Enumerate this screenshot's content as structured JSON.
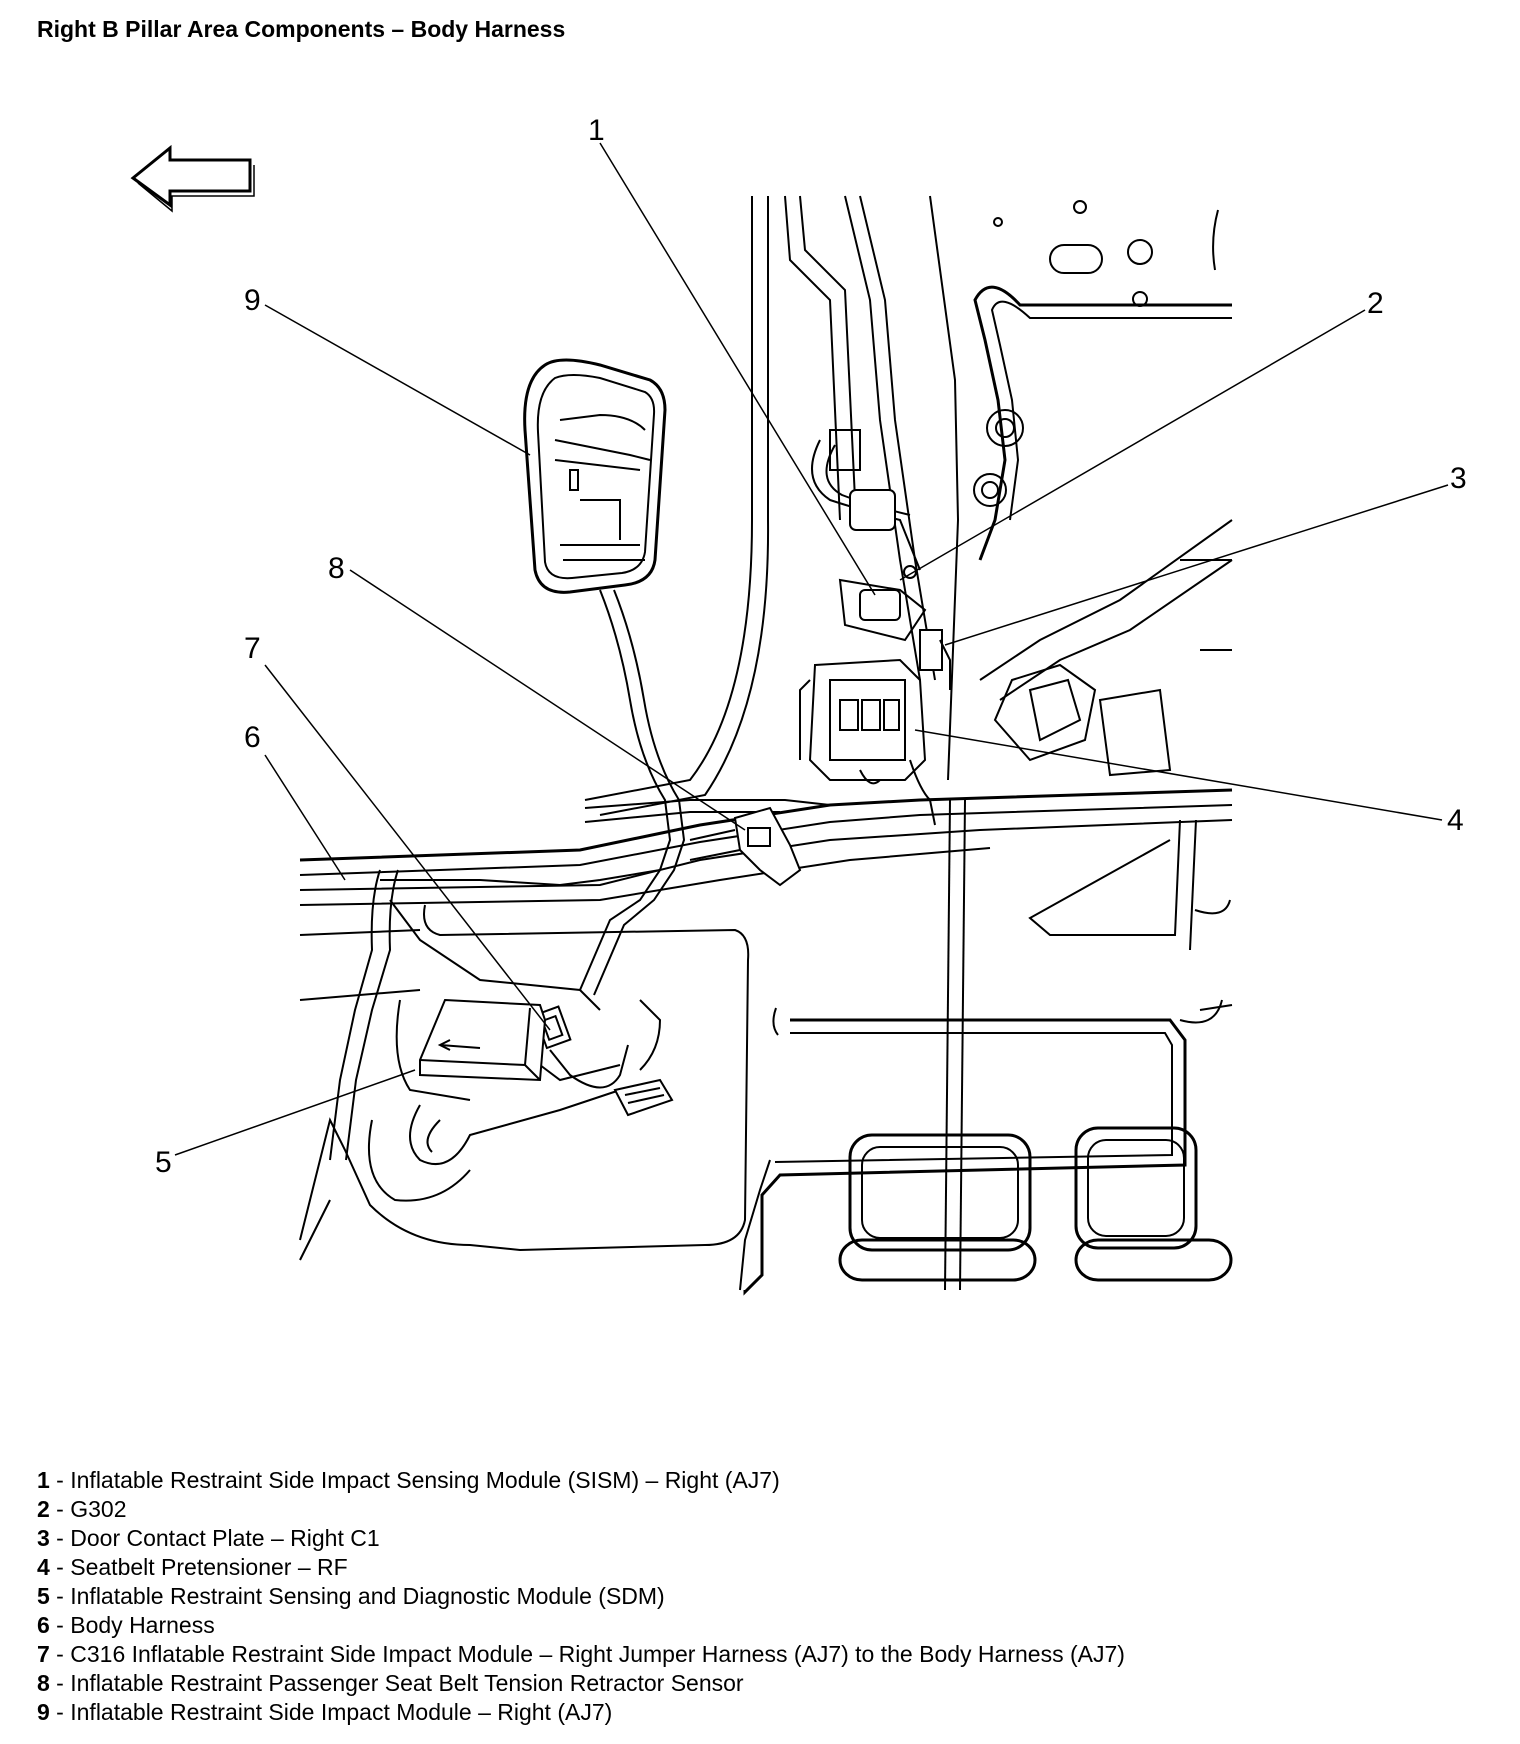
{
  "title": "Right B Pillar Area Components – Body Harness",
  "callouts": [
    "1",
    "2",
    "3",
    "4",
    "5",
    "6",
    "7",
    "8",
    "9"
  ],
  "legend": [
    {
      "num": "1",
      "sep": " - ",
      "text": "Inflatable Restraint Side Impact Sensing Module (SISM) – Right (AJ7)"
    },
    {
      "num": "2",
      "sep": " - ",
      "text": "G302"
    },
    {
      "num": "3",
      "sep": " - ",
      "text": "Door Contact Plate – Right C1"
    },
    {
      "num": "4",
      "sep": " - ",
      "text": "Seatbelt Pretensioner – RF"
    },
    {
      "num": "5",
      "sep": " - ",
      "text": "Inflatable Restraint Sensing and Diagnostic Module (SDM)"
    },
    {
      "num": "6",
      "sep": " - ",
      "text": "Body Harness"
    },
    {
      "num": "7",
      "sep": " - ",
      "text": "C316 Inflatable Restraint Side Impact Module – Right Jumper Harness (AJ7) to the Body Harness (AJ7)"
    },
    {
      "num": "8",
      "sep": " - ",
      "text": "Inflatable Restraint Passenger Seat Belt Tension Retractor Sensor"
    },
    {
      "num": "9",
      "sep": " - ",
      "text": "Inflatable Restraint Side Impact Module – Right (AJ7)"
    }
  ]
}
